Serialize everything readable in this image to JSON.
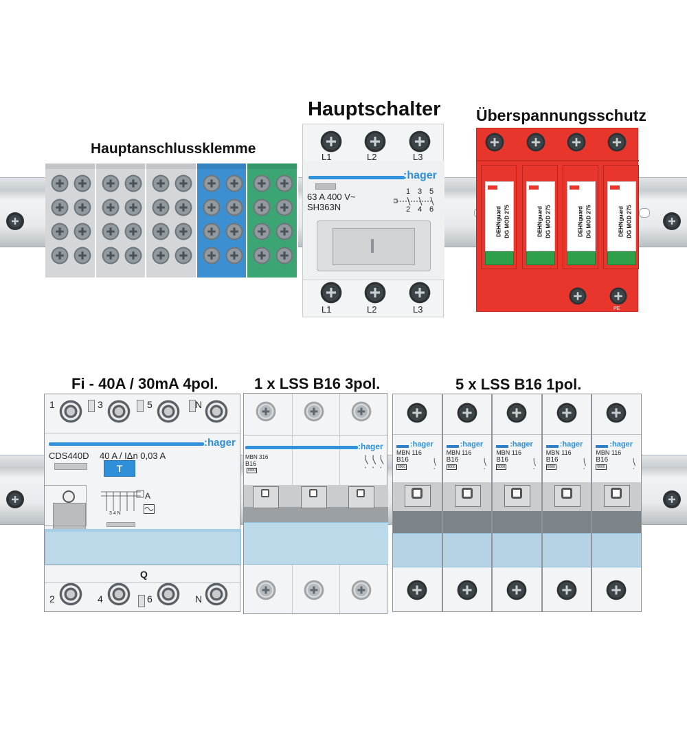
{
  "titles": {
    "main_terminal": "Hauptanschlussklemme",
    "main_switch": "Hauptschalter",
    "surge": "Überspannungsschutz",
    "rcd": "Fi - 40A / 30mA 4pol.",
    "mcb3": "1 x LSS B16 3pol.",
    "mcb1": "5 x LSS B16 1pol."
  },
  "main_switch": {
    "brand": ":hager",
    "rating": "63 A 400 V~",
    "model": "SH363N",
    "top_labels": [
      "L1",
      "L2",
      "L3"
    ],
    "bottom_labels": [
      "L1",
      "L2",
      "L3"
    ],
    "pole_top": [
      "1",
      "3",
      "5"
    ],
    "pole_bottom": [
      "2",
      "4",
      "6"
    ]
  },
  "surge": {
    "module_brand": "DEHNguard",
    "module_model": "DG MOD 275",
    "bottom_mark": "PE",
    "color": "#e8362c"
  },
  "terminal": {
    "colors": [
      "#d4d7da",
      "#d4d7da",
      "#d4d7da",
      "#3c8fd0",
      "#3ba574"
    ]
  },
  "rcd": {
    "brand": ":hager",
    "model": "CDS440D",
    "rating": "40 A / IΔn 0,03 A",
    "test_button": "T",
    "top_labels": [
      "1",
      "3",
      "5",
      "N"
    ],
    "bottom_labels": [
      "2",
      "4",
      "6",
      "N"
    ],
    "q_label": "Q",
    "diagram_text": "A",
    "diagram_poles": "3 4 N"
  },
  "mcb3": {
    "brand": ":hager",
    "model": "MBN 316",
    "rating": "B16",
    "class": "6000"
  },
  "mcb1": {
    "brand": ":hager",
    "model": "MBN 116",
    "rating": "B16",
    "class": "6000",
    "count": 5
  }
}
